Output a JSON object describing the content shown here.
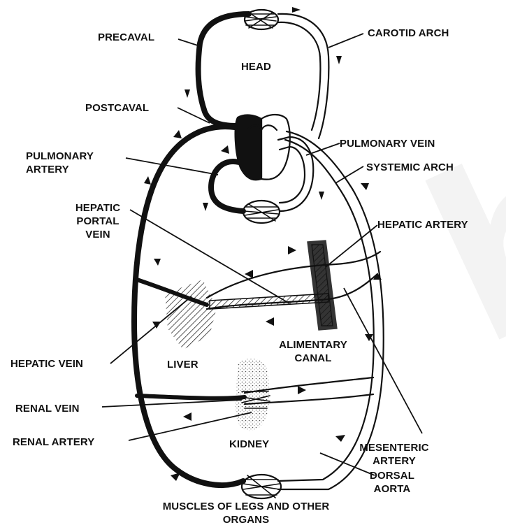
{
  "labels": {
    "precaval": "PRECAVAL",
    "carotid_arch": "CAROTID ARCH",
    "head": "HEAD",
    "postcaval": "POSTCAVAL",
    "pulmonary_vein": "PULMONARY VEIN",
    "pulmonary_artery": "PULMONARY ARTERY",
    "systemic_arch": "SYSTEMIC ARCH",
    "hepatic_portal_vein": "HEPATIC PORTAL VEIN",
    "hepatic_artery": "HEPATIC ARTERY",
    "alimentary_canal": "ALIMENTARY CANAL",
    "hepatic_vein": "HEPATIC VEIN",
    "liver": "LIVER",
    "renal_vein": "RENAL VEIN",
    "renal_artery": "RENAL ARTERY",
    "kidney": "KIDNEY",
    "mesenteric_artery": "MESENTERIC ARTERY",
    "dorsal_aorta": "DORSAL AORTA",
    "muscles": "MUSCLES OF LEGS AND OTHER ORGANS"
  },
  "colors": {
    "ink": "#111111",
    "paper": "#ffffff",
    "watermark": "#eaeaea"
  }
}
